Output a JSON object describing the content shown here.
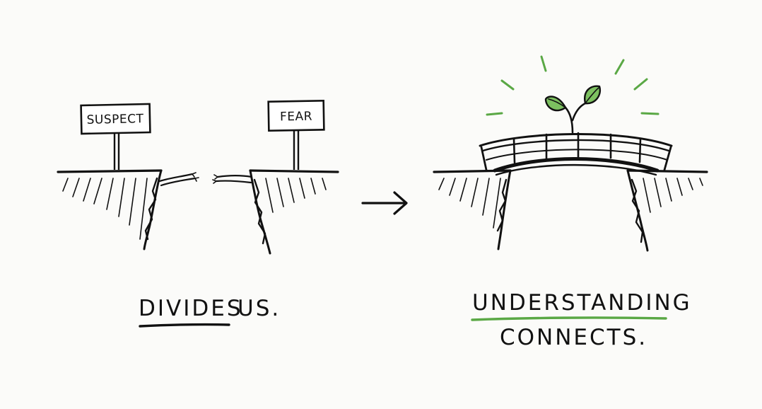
{
  "left_panel": {
    "sign_1": "SUSPECT",
    "sign_2": "FEAR",
    "caption_underlined": "DIVIDES",
    "caption_rest": "US."
  },
  "right_panel": {
    "caption_line_1": "UNDERSTANDING",
    "caption_line_2": "CONNECTS."
  },
  "colors": {
    "ink": "#111111",
    "accent_green": "#5aa845",
    "leaf_green": "#7cc060",
    "background": "#fbfbf9"
  },
  "icons": [
    "broken-rope-icon",
    "arrow-right-icon",
    "bridge-icon",
    "sprout-icon"
  ]
}
